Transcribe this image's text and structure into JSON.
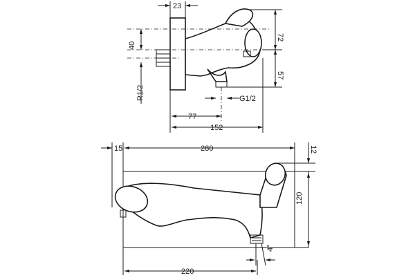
{
  "top_view": {
    "dim_23": "23",
    "dim_72": "72",
    "dim_40": "40",
    "dim_57": "57",
    "thread_left": "R1/2",
    "thread_outlet": "G1/2",
    "dim_77": "77",
    "dim_152": "152"
  },
  "front_view": {
    "dim_15": "15",
    "dim_280": "280",
    "dim_12": "12",
    "dim_120": "120",
    "angle_4": "4°",
    "dim_220": "220"
  }
}
